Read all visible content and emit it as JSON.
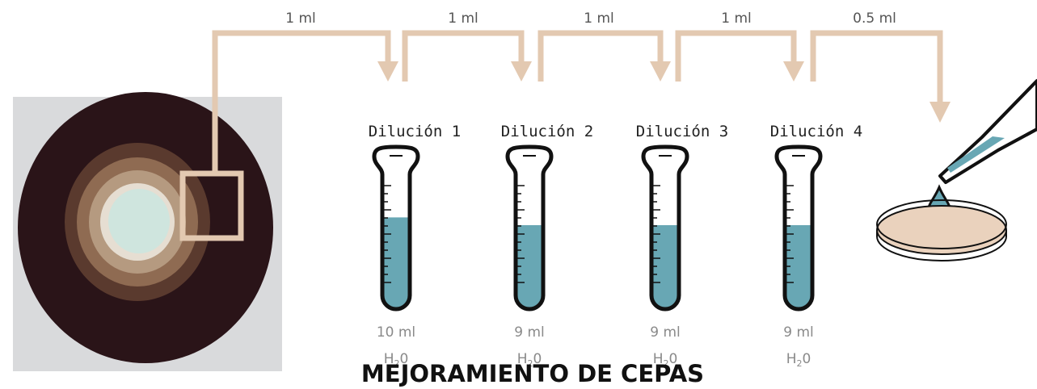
{
  "title": "MEJORAMIENTO DE CEPAS",
  "transfers": [
    {
      "label": "1 ml"
    },
    {
      "label": "1 ml"
    },
    {
      "label": "1 ml"
    },
    {
      "label": "1 ml"
    },
    {
      "label": "0.5 ml"
    }
  ],
  "tubes": [
    {
      "label": "Dilución 1",
      "volume": "10 ml",
      "solvent_main": "H",
      "solvent_sub": "2",
      "solvent_end": "0",
      "fill_level": 0.5
    },
    {
      "label": "Dilución 2",
      "volume": "9 ml",
      "solvent_main": "H",
      "solvent_sub": "2",
      "solvent_end": "0",
      "fill_level": 0.45
    },
    {
      "label": "Dilución 3",
      "volume": "9 ml",
      "solvent_main": "H",
      "solvent_sub": "2",
      "solvent_end": "0",
      "fill_level": 0.45
    },
    {
      "label": "Dilución 4",
      "volume": "9 ml",
      "solvent_main": "H",
      "solvent_sub": "2",
      "solvent_end": "0",
      "fill_level": 0.45
    }
  ],
  "colors": {
    "arrow": "#e3c9b1",
    "liquid": "#68a7b4",
    "outline": "#111111",
    "dish": "#ead2bd",
    "label_gray": "#8a8a8a",
    "photo_bg": "#d9dadc",
    "colony_dark": "#2a1418",
    "colony_center": "#cfe5de"
  },
  "icons": {
    "photo": "fungal-colony-photo",
    "tube": "test-tube-icon",
    "pipette": "pipette-icon",
    "dish": "petri-dish-icon"
  }
}
